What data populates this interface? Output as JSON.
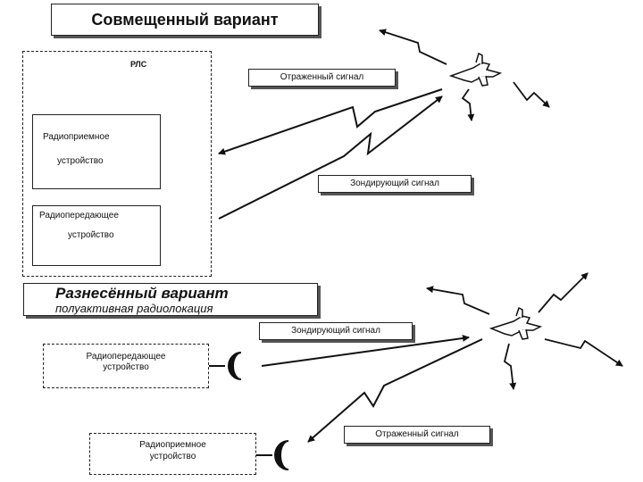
{
  "combined": {
    "title": "Совмещенный вариант",
    "radar_label": "РЛС",
    "receiver_line1": "Радиоприемное",
    "receiver_line2": "устройство",
    "transmitter_line1": "Радиопередающее",
    "transmitter_line2": "устройство",
    "reflected_signal": "Отраженный сигнал",
    "probing_signal": "Зондирующий сигнал"
  },
  "separated": {
    "title": "Разнесённый  вариант",
    "subtitle": "полуактивная радиолокация",
    "transmitter_line1": "Радиопередающее",
    "transmitter_line2": "устройство",
    "receiver_line1": "Радиоприемное",
    "receiver_line2": "устройство",
    "probing_signal": "Зондирующий сигнал",
    "reflected_signal": "Отраженный сигнал"
  },
  "icons": [
    "antenna-icon",
    "aircraft-icon",
    "lightning-signal-icon",
    "arrow-icon"
  ]
}
